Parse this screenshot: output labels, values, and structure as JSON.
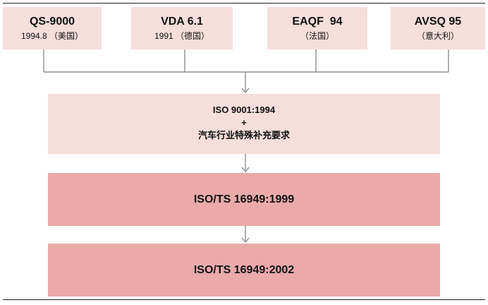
{
  "standards": [
    {
      "name": "QS-9000",
      "detail": "1994.8 （美国）"
    },
    {
      "name": "VDA 6.1",
      "detail": "1991 （德国）"
    },
    {
      "name": "EAQF  94",
      "detail": "（法国）"
    },
    {
      "name": "AVSQ 95",
      "detail": "（意大利）"
    }
  ],
  "stages": [
    {
      "lines": [
        "ISO 9001:1994",
        "+",
        "汽车行业特殊补充要求"
      ]
    },
    {
      "title": "ISO/TS 16949:1999"
    },
    {
      "title": "ISO/TS 16949:2002"
    }
  ],
  "colors": {
    "light_box": "#f6dedc",
    "dark_box": "#eaaaaa",
    "line": "#7a7a7a"
  }
}
